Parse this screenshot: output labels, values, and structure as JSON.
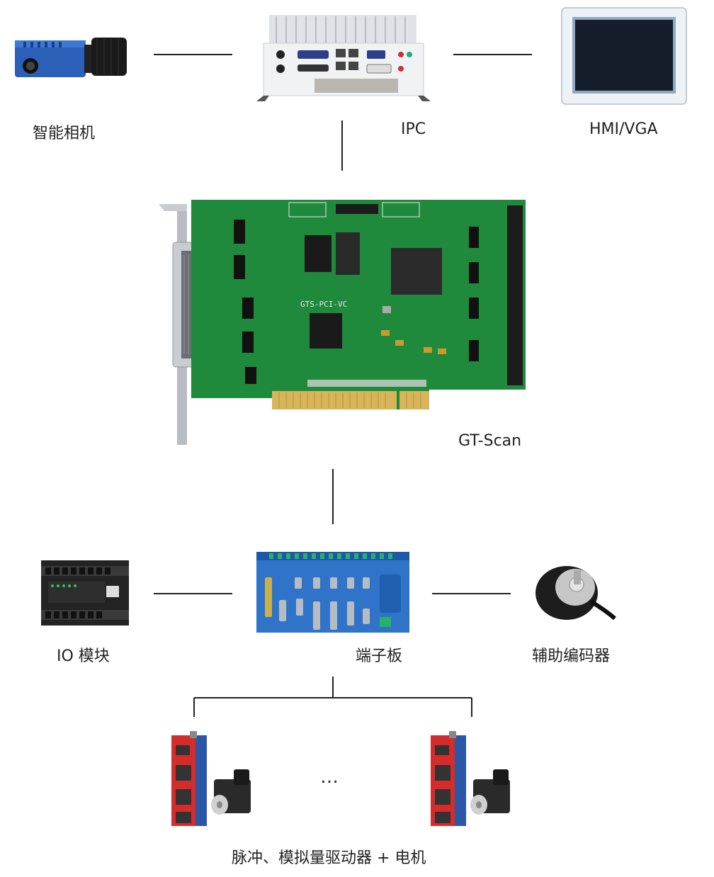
{
  "nodes": {
    "camera": {
      "label": "智能相机",
      "icon": "industrial-camera-icon"
    },
    "ipc": {
      "label": "IPC",
      "icon": "industrial-pc-icon"
    },
    "hmi": {
      "label": "HMI/VGA",
      "icon": "touch-panel-monitor-icon"
    },
    "card": {
      "label": "GT-Scan",
      "silkscreen": "GTS-PCI-VC",
      "icon": "pci-motion-control-card-icon"
    },
    "io": {
      "label": "IO 模块",
      "icon": "io-module-icon"
    },
    "terminal": {
      "label": "端子板",
      "icon": "terminal-board-icon"
    },
    "encoder": {
      "label": "辅助编码器",
      "icon": "rotary-encoder-icon"
    },
    "drives": {
      "label": "脉冲、模拟量驱动器 + 电机",
      "ellipsis": "…",
      "icon": "servo-drive-and-motor-icon"
    }
  },
  "colors": {
    "pcb": "#1f8a3c",
    "terminal": "#2f74c8",
    "drive_red": "#d62b2b",
    "drive_blue": "#2a57a6",
    "line": "#222222"
  }
}
